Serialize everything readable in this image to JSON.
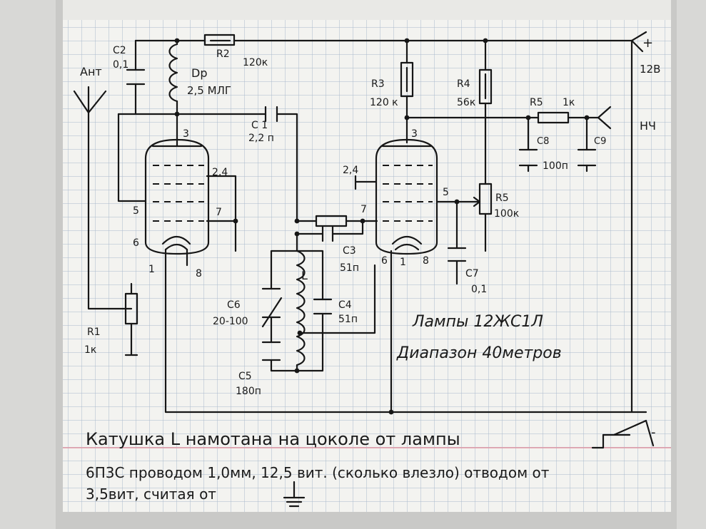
{
  "components": {
    "c2": {
      "name": "C2",
      "value": "0,1"
    },
    "r2": {
      "name": "R2",
      "value": "120к"
    },
    "dr": {
      "name": "Dр",
      "value": "2,5 МЛГ"
    },
    "ant": "Ант",
    "c1": {
      "name": "С 1",
      "value": "2,2 п"
    },
    "r3": {
      "name": "R3",
      "value": "120 к"
    },
    "r4": {
      "name": "R4",
      "value": "56к"
    },
    "r5a": {
      "name": "R5",
      "value": "1к"
    },
    "c8": {
      "name": "С8",
      "value": "100п"
    },
    "c9": {
      "name": "С9"
    },
    "r5b": {
      "name": "R5",
      "value": "100к"
    },
    "c3": {
      "name": "С3",
      "value": "51п"
    },
    "c7": {
      "name": "С7",
      "value": "0,1"
    },
    "c4": {
      "name": "С4",
      "value": "51п"
    },
    "c6": {
      "name": "С6",
      "value": "20-100"
    },
    "l": "L",
    "c5": {
      "name": "С5",
      "value": "180п"
    },
    "r1": {
      "name": "R1",
      "value": "1к"
    }
  },
  "supply": {
    "plus": "+",
    "minus": "-",
    "voltage": "12В"
  },
  "output": "НЧ",
  "pins": {
    "left": {
      "p3": "3",
      "p24": "2,4",
      "p5": "5",
      "p7": "7",
      "p6": "6",
      "p1": "1",
      "p8": "8"
    },
    "right": {
      "p3": "3",
      "p24": "2,4",
      "p5": "5",
      "p7": "7",
      "p6": "6",
      "p1": "1",
      "p8": "8"
    }
  },
  "notes": {
    "tubes": "Лампы 12ЖС1Л",
    "band": "Диапазон 40метров",
    "coil_line1": "Катушка L намотана на цоколе от лампы",
    "coil_line2": "6П3С проводом 1,0мм, 12,5 вит. (сколько влезло) отводом от",
    "coil_line3": "3,5вит, считая от"
  }
}
